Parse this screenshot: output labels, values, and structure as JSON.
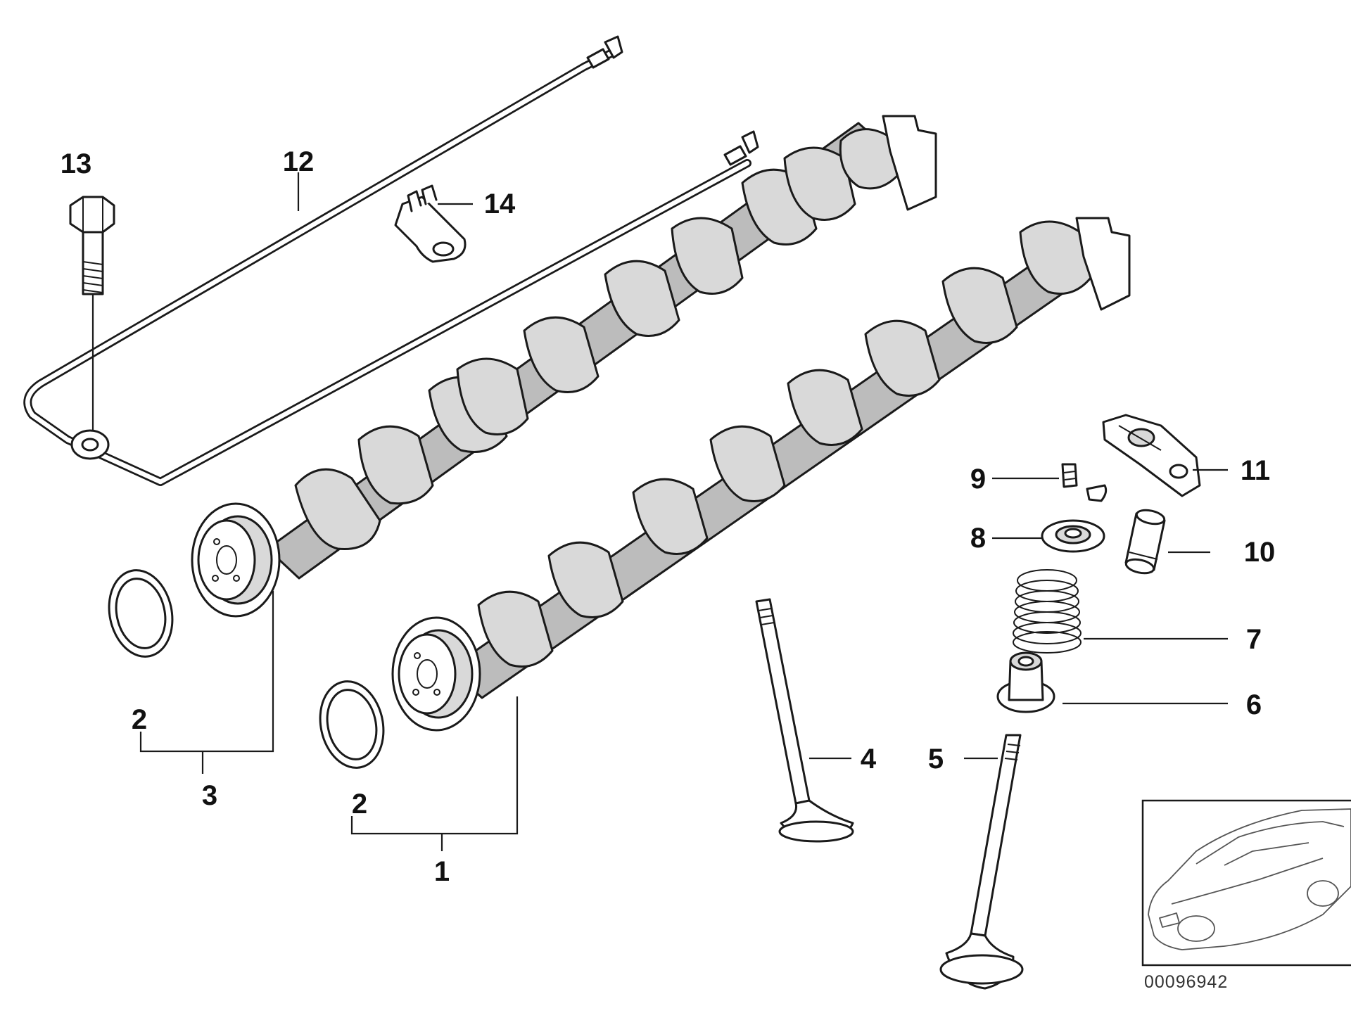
{
  "callouts": {
    "c1": "1",
    "c2a": "2",
    "c2b": "2",
    "c3": "3",
    "c4": "4",
    "c5": "5",
    "c6": "6",
    "c7": "7",
    "c8": "8",
    "c9": "9",
    "c10": "10",
    "c11": "11",
    "c12": "12",
    "c13": "13",
    "c14": "14"
  },
  "document_id": "00096942",
  "colors": {
    "line": "#1a1a1a",
    "shading": "#d9d9d9",
    "background": "#ffffff"
  }
}
